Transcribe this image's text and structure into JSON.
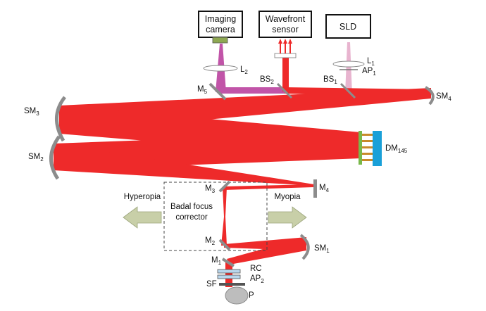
{
  "colors": {
    "beam": "#ee2a2a",
    "imaging_beam": "#c154a8",
    "sld_beam": "#e8b4cf",
    "mirror": "#8c8c8c",
    "dm_blue": "#1aa0d8",
    "dm_green": "#79b84a",
    "dm_actuator": "#c98a2a",
    "arrow_fill": "#c8cfa8",
    "camera_sensor": "#8ea852"
  },
  "boxes": {
    "imaging_camera": {
      "line1": "Imaging",
      "line2": "camera"
    },
    "wavefront_sensor": {
      "line1": "Wavefront",
      "line2": "sensor"
    },
    "sld": {
      "label": "SLD"
    }
  },
  "labels": {
    "L2": {
      "main": "L",
      "sub": "2"
    },
    "L1": {
      "main": "L",
      "sub": "1"
    },
    "AP1": {
      "main": "AP",
      "sub": "1"
    },
    "M5": {
      "main": "M",
      "sub": "5"
    },
    "BS2": {
      "main": "BS",
      "sub": "2"
    },
    "BS1": {
      "main": "BS",
      "sub": "1"
    },
    "SM4": {
      "main": "SM",
      "sub": "4"
    },
    "SM3": {
      "main": "SM",
      "sub": "3"
    },
    "SM2": {
      "main": "SM",
      "sub": "2"
    },
    "DM": {
      "main": "DM",
      "sub": "145"
    },
    "M4": {
      "main": "M",
      "sub": "4"
    },
    "M3": {
      "main": "M",
      "sub": "3"
    },
    "M2": {
      "main": "M",
      "sub": "2"
    },
    "M1": {
      "main": "M",
      "sub": "1"
    },
    "SM1": {
      "main": "SM",
      "sub": "1"
    },
    "RC": "RC",
    "AP2": {
      "main": "AP",
      "sub": "2"
    },
    "SF": "SF",
    "P": "P"
  },
  "badal": {
    "line1": "Badal focus",
    "line2": "corrector"
  },
  "directions": {
    "hyperopia": "Hyperopia",
    "myopia": "Myopia"
  }
}
